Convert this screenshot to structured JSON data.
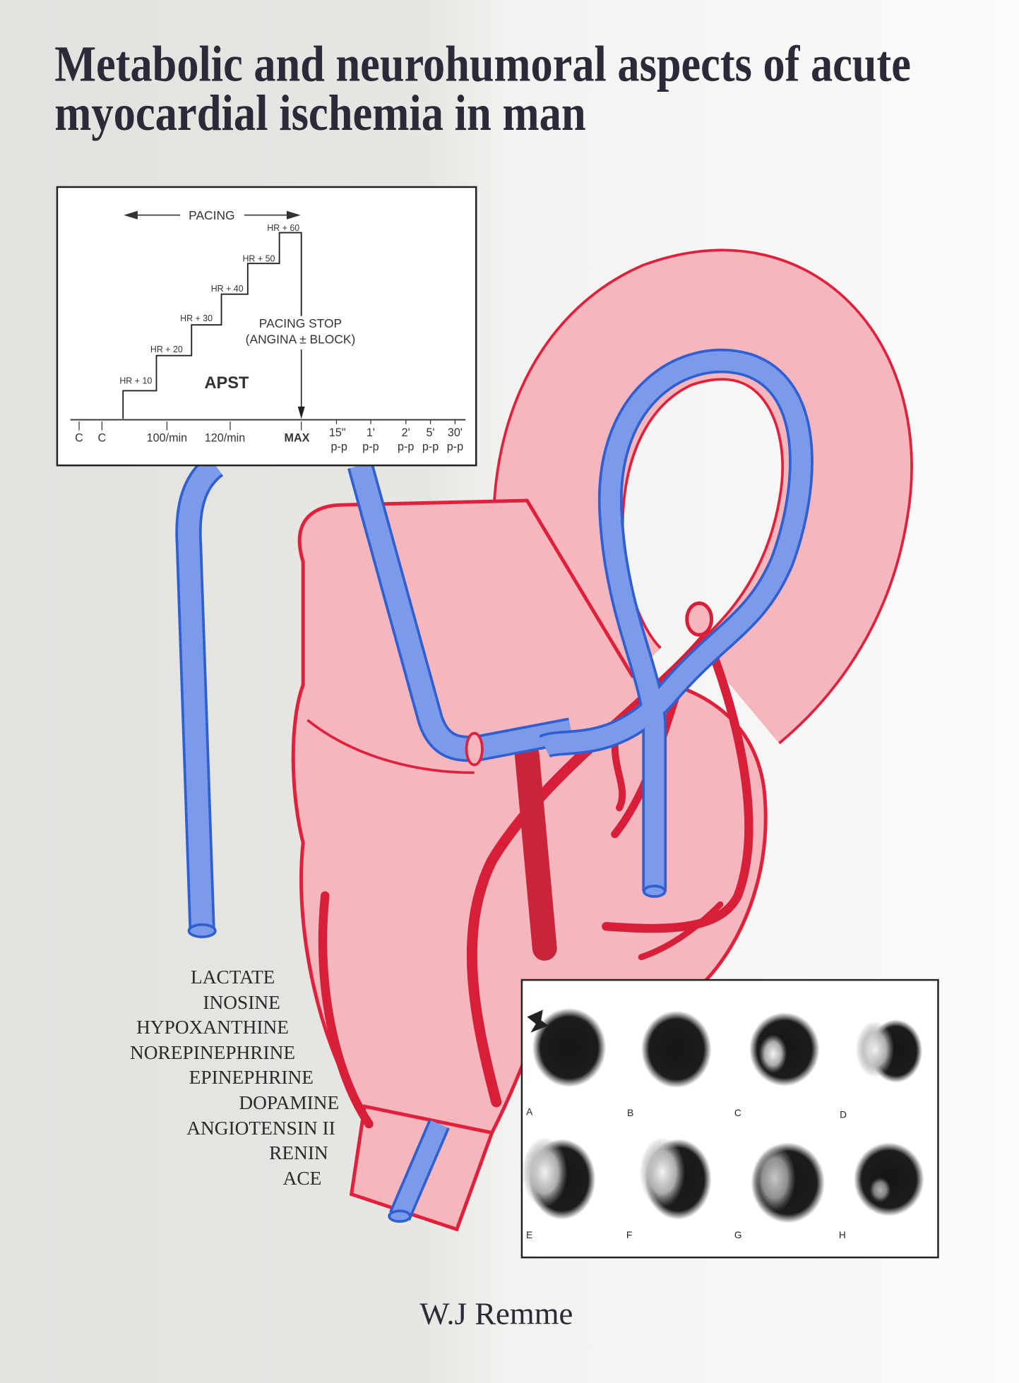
{
  "cover": {
    "title_line1": "Metabolic and neurohumoral aspects of acute",
    "title_line2": "myocardial ischemia in man",
    "author": "W.J Remme"
  },
  "protocol_diagram": {
    "pacing_label": "PACING",
    "steps": [
      "HR + 10",
      "HR + 20",
      "HR + 30",
      "HR + 40",
      "HR + 50",
      "HR + 60"
    ],
    "stop_line1": "PACING STOP",
    "stop_line2": "(ANGINA ± BLOCK)",
    "name": "APST",
    "axis_labels": [
      "C",
      "C",
      "100/min",
      "120/min",
      "MAX",
      "15\"",
      "1'",
      "2'",
      "5'",
      "30'"
    ],
    "post_label": "p-p"
  },
  "metabolites": [
    "LACTATE",
    "INOSINE",
    "HYPOXANTHINE",
    "NOREPINEPHRINE",
    "EPINEPHRINE",
    "DOPAMINE",
    "ANGIOTENSIN II",
    "RENIN",
    "ACE"
  ],
  "scintigrams": {
    "labels": [
      "A",
      "B",
      "C",
      "D",
      "E",
      "F",
      "G",
      "H"
    ]
  },
  "colors": {
    "heart_fill": "#f6b6bd",
    "vessel_red": "#e0213c",
    "catheter_blue": "#7b9bea",
    "catheter_outline": "#2f5fd0"
  }
}
